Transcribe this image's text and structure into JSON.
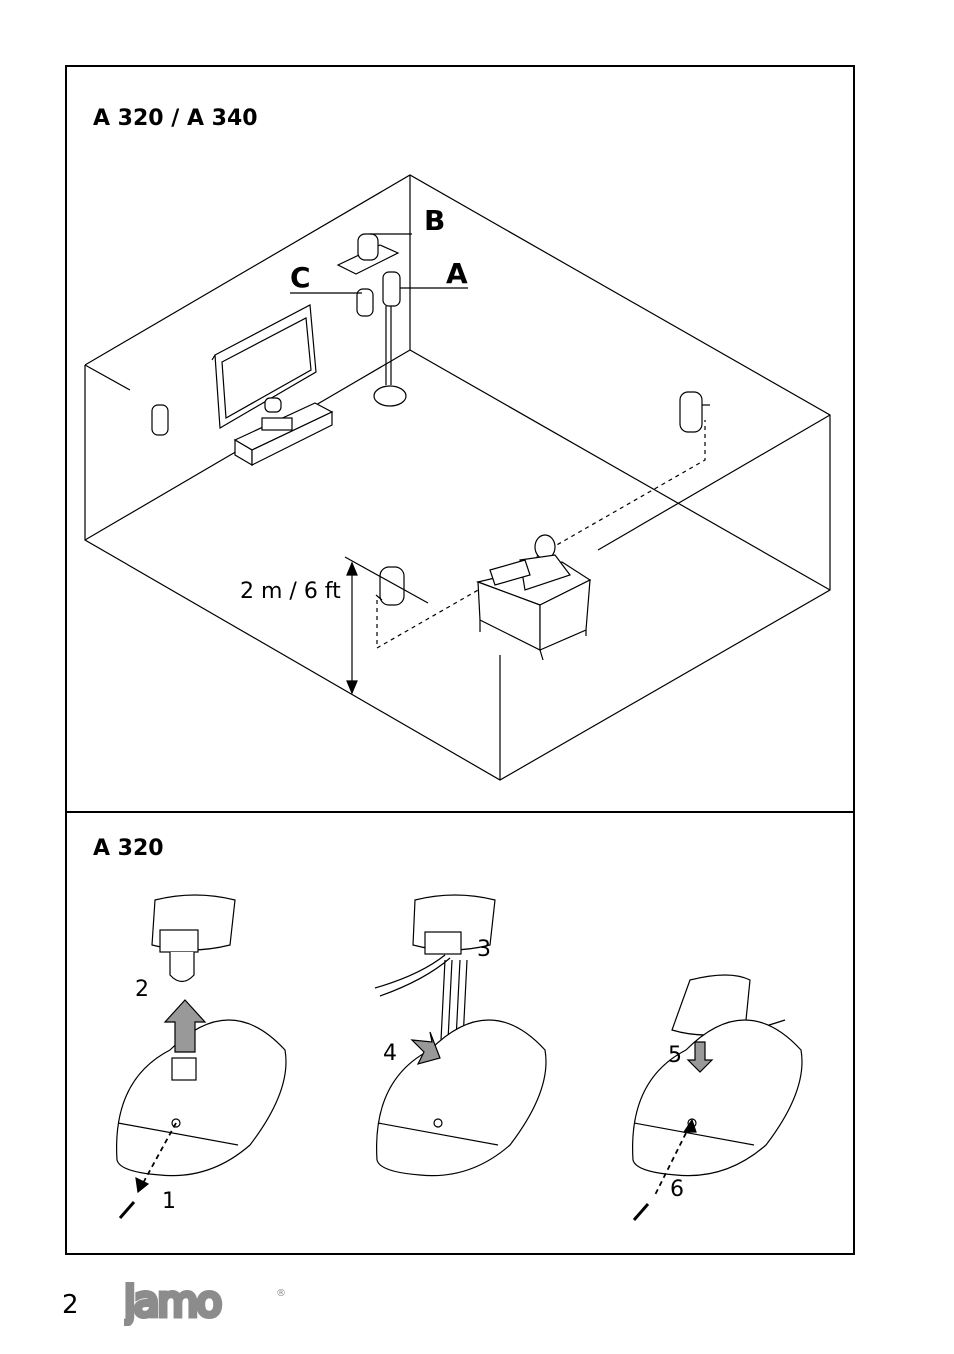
{
  "section_top": {
    "title": "A 320 / A 340",
    "labels": {
      "a": "A",
      "b": "B",
      "c": "C"
    },
    "height_label": "2 m / 6 ft"
  },
  "section_bottom": {
    "title": "A 320",
    "steps": [
      "1",
      "2",
      "3",
      "4",
      "5",
      "6"
    ]
  },
  "footer": {
    "page_number": "2",
    "brand": "jamo",
    "registered_mark": "®"
  },
  "colors": {
    "line": "#000000",
    "arrow_fill": "#999999",
    "logo": "#8c8c8c"
  }
}
